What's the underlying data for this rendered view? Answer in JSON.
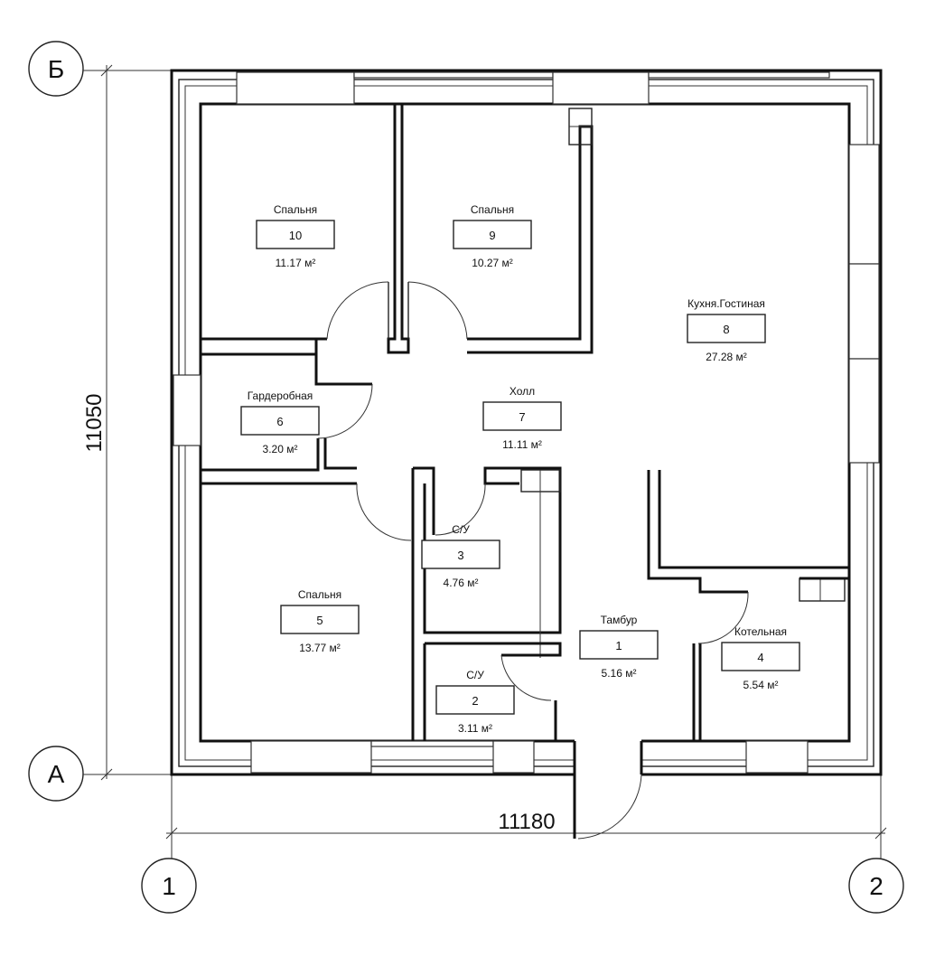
{
  "axes": {
    "top": "Б",
    "bottom": "А",
    "left": "1",
    "right": "2"
  },
  "dimensions": {
    "height": "11050",
    "width": "11180"
  },
  "rooms": [
    {
      "name": "Тамбур",
      "number": "1",
      "area": "5.16 м²"
    },
    {
      "name": "С/У",
      "number": "2",
      "area": "3.11 м²"
    },
    {
      "name": "С/У",
      "number": "3",
      "area": "4.76 м²"
    },
    {
      "name": "Котельная",
      "number": "4",
      "area": "5.54 м²"
    },
    {
      "name": "Спальня",
      "number": "5",
      "area": "13.77 м²"
    },
    {
      "name": "Гардеробная",
      "number": "6",
      "area": "3.20 м²"
    },
    {
      "name": "Холл",
      "number": "7",
      "area": "11.11 м²"
    },
    {
      "name": "Кухня.Гостиная",
      "number": "8",
      "area": "27.28 м²"
    },
    {
      "name": "Спальня",
      "number": "9",
      "area": "10.27 м²"
    },
    {
      "name": "Спальня",
      "number": "10",
      "area": "11.17 м²"
    }
  ]
}
